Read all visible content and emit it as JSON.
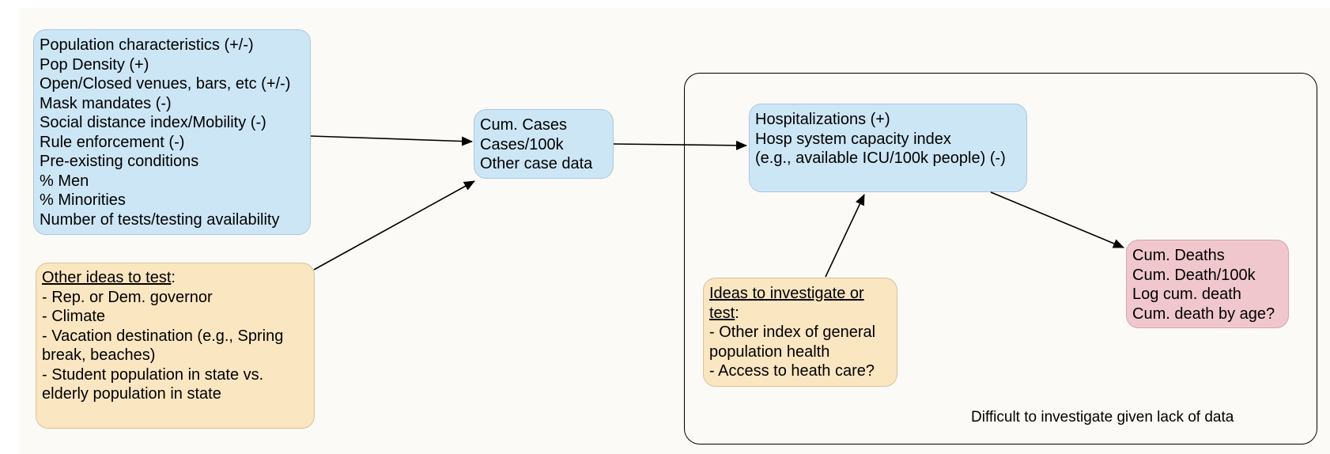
{
  "factors_box": {
    "lines": [
      "Population characteristics (+/-)",
      "Pop Density (+)",
      "Open/Closed venues, bars, etc (+/-)",
      "Mask mandates (-)",
      "Social distance index/Mobility (-)",
      "Rule enforcement (-)",
      "Pre-existing conditions",
      "% Men",
      "% Minorities",
      "Number of tests/testing availability"
    ]
  },
  "other_ideas_box": {
    "heading": "Other ideas to test",
    "heading_suffix": ":",
    "lines": [
      "- Rep. or Dem. governor",
      "- Climate",
      "- Vacation destination (e.g., Spring",
      "break, beaches)",
      "- Student population in state vs.",
      "elderly population in state"
    ]
  },
  "cases_box": {
    "lines": [
      "Cum. Cases",
      "Cases/100k",
      "Other case data"
    ]
  },
  "hosp_box": {
    "lines": [
      "Hospitalizations (+)",
      "Hosp system capacity index",
      "(e.g., available ICU/100k people) (-)"
    ]
  },
  "investigate_box": {
    "heading_line1": "Ideas to investigate or",
    "heading_line2": "test",
    "heading_suffix": ":",
    "lines": [
      "- Other index of general",
      "population health",
      "- Access to heath care?"
    ]
  },
  "deaths_box": {
    "lines": [
      "Cum. Deaths",
      "Cum. Death/100k",
      "Log cum. death",
      "Cum. death by age?"
    ]
  },
  "frame": {
    "note": "Difficult to investigate given lack of data"
  }
}
